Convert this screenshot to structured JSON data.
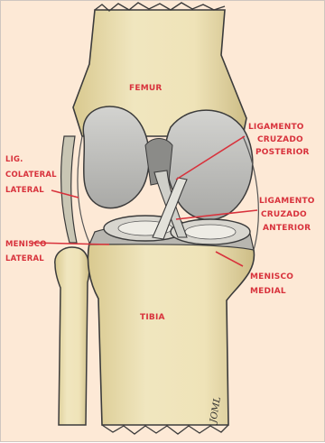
{
  "labels": {
    "femur": "FEMUR",
    "tibia": "TIBIA",
    "lig_posterior": [
      "LIGAMENTO",
      "CRUZADO",
      "POSTERIOR"
    ],
    "lig_anterior": [
      "LIGAMENTO",
      "CRUZADO",
      "ANTERIOR"
    ],
    "lig_colateral": [
      "LIG.",
      "COLATERAL",
      "LATERAL"
    ],
    "menisco_lateral": [
      "MENISCO",
      "LATERAL"
    ],
    "menisco_medial": [
      "MENISCO",
      "MEDIAL"
    ]
  },
  "signature": "JOML",
  "colors": {
    "label": "#d8323c",
    "background": "#fde9d6",
    "bone": "#ece0b4",
    "cartilage": "#c9c9c6"
  }
}
